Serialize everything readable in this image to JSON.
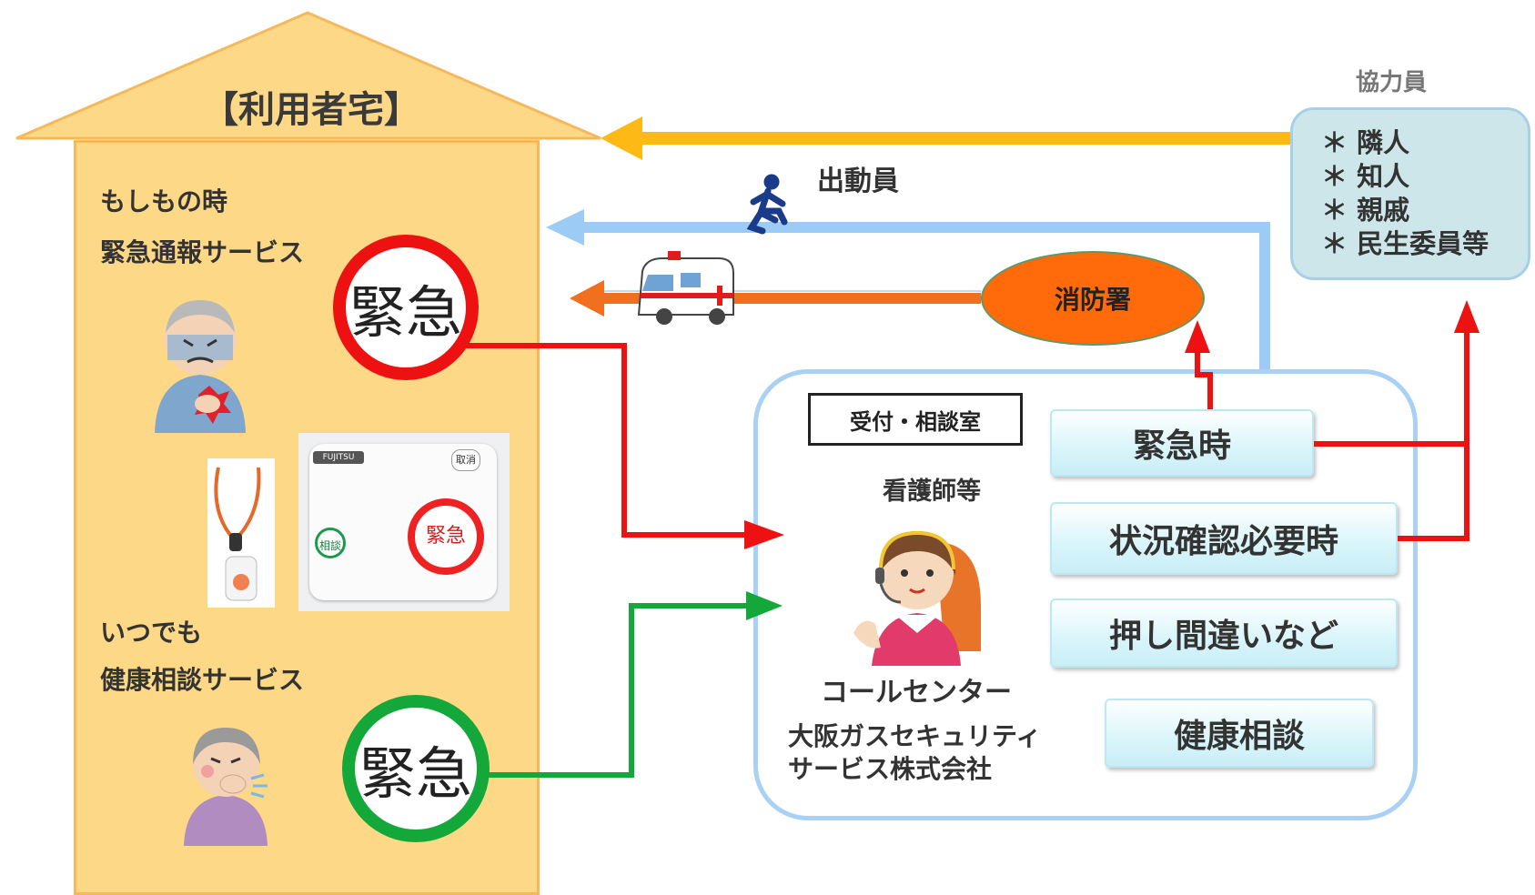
{
  "house": {
    "title": "【利用者宅】",
    "emergency_heading_1": "もしもの時",
    "emergency_heading_2": "緊急通報サービス",
    "health_heading_1": "いつでも",
    "health_heading_2": "健康相談サービス",
    "emergency_button_label": "緊急",
    "health_button_label": "緊急",
    "device": {
      "brand": "FUJITSU",
      "cancel_label": "取消",
      "consult_label": "相談",
      "emergency_label": "緊急"
    }
  },
  "dispatcher_label": "出動員",
  "fire_station_label": "消防署",
  "helpers": {
    "title": "協力員",
    "items": [
      "＊ 隣人",
      "＊ 知人",
      "＊ 親戚",
      "＊ 民生委員等"
    ]
  },
  "call_center": {
    "reception_label": "受付・相談室",
    "staff_label": "看護師等",
    "center_label": "コールセンター",
    "company_line_1": "大阪ガスセキュリティ",
    "company_line_2": "サービス株式会社",
    "cases": [
      "緊急時",
      "状況確認必要時",
      "押し間違いなど",
      "健康相談"
    ]
  },
  "colors": {
    "house_fill": "#fdd987",
    "house_border": "#f5b95c",
    "red_line": "#ee1111",
    "green_line": "#14a83a",
    "blue_line": "#9ccbf5",
    "gold_arrow": "#fdba16",
    "orange_arrow": "#f07020",
    "fire_station": "#ff6a0a",
    "helpers_fill": "#cde6ea"
  }
}
